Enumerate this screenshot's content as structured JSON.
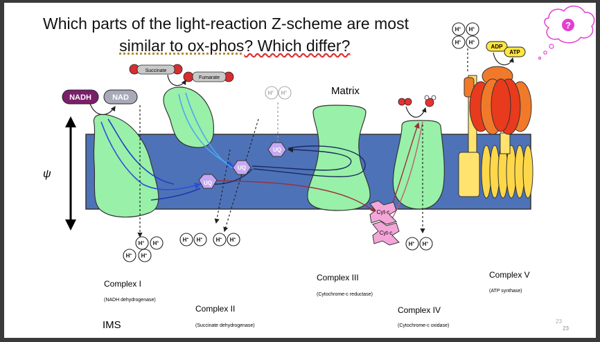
{
  "title": {
    "line1": "Which parts of the light-reaction Z-scheme are most",
    "line2_a": "similar to ox-phos",
    "line2_b": "? Which differ?"
  },
  "labels": {
    "matrix": "Matrix",
    "ims": "IMS",
    "psi": "ψ",
    "nadh": "NADH",
    "nad": "NAD",
    "succinate": "Succinate",
    "fumarate": "Fumarate",
    "uq": "UQ",
    "cytc": "Cyt-c",
    "adp": "ADP",
    "atp": "ATP",
    "h": "H",
    "plus": "+",
    "thought": "?"
  },
  "complexes": [
    {
      "name": "Complex I",
      "sub": "(NADH dehydrogenase)"
    },
    {
      "name": "Complex II",
      "sub": "(Succinate dehydrogenase)"
    },
    {
      "name": "Complex III",
      "sub": "(Cytochrome-c reductase)"
    },
    {
      "name": "Complex IV",
      "sub": "(Cytochrome-c oxidase)"
    },
    {
      "name": "Complex V",
      "sub": "(ATP synthase)"
    }
  ],
  "page_number": "23",
  "colors": {
    "membrane": "#4e72b8",
    "complex": "#99f0a8",
    "uq": "#c7a9f2",
    "cytc": "#f4a6d8",
    "nadh": "#7a1f6a",
    "nad": "#a9aab8",
    "atp_badge": "#ffe640",
    "synthase_red": "#e83a1c",
    "synthase_orange": "#f07a2a",
    "stalk_yellow": "#ffe36e"
  }
}
